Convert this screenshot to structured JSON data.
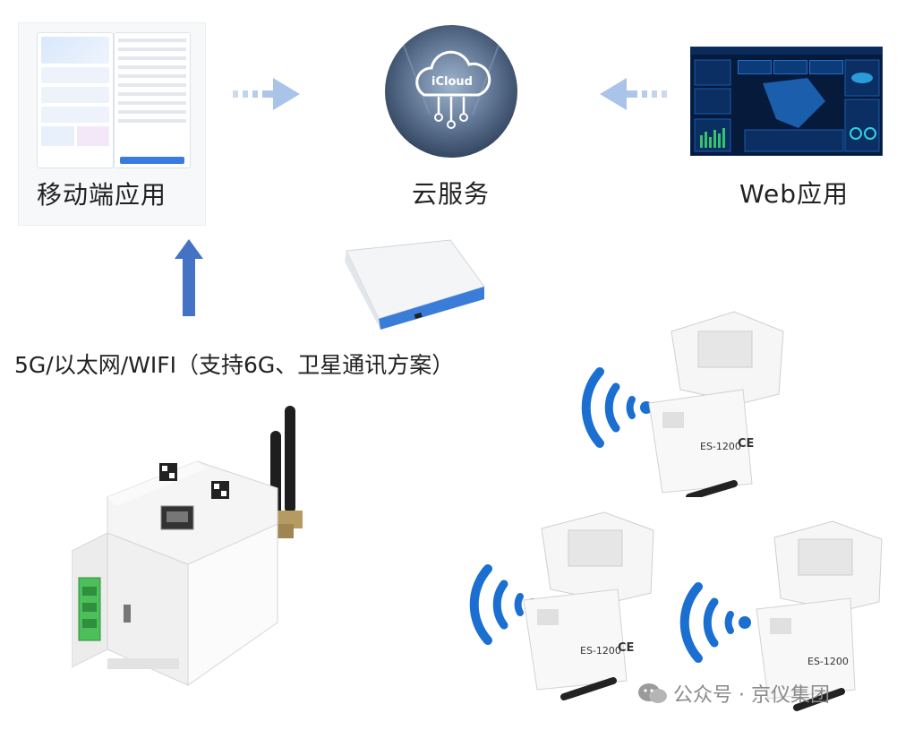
{
  "labels": {
    "mobile": "移动端应用",
    "cloud": "云服务",
    "web": "Web应用",
    "network": "5G/以太网/WIFI（支持6G、卫星通讯方案）"
  },
  "cloud_logo_text": "iCloud",
  "sensor_model": "ES-1200",
  "sensor_mark": "CE",
  "watermark": "公众号 · 京仪集团",
  "colors": {
    "arrow_light": "#a9c4e8",
    "arrow_dark": "#4472c4",
    "wifi_blue": "#1a6fd0"
  }
}
